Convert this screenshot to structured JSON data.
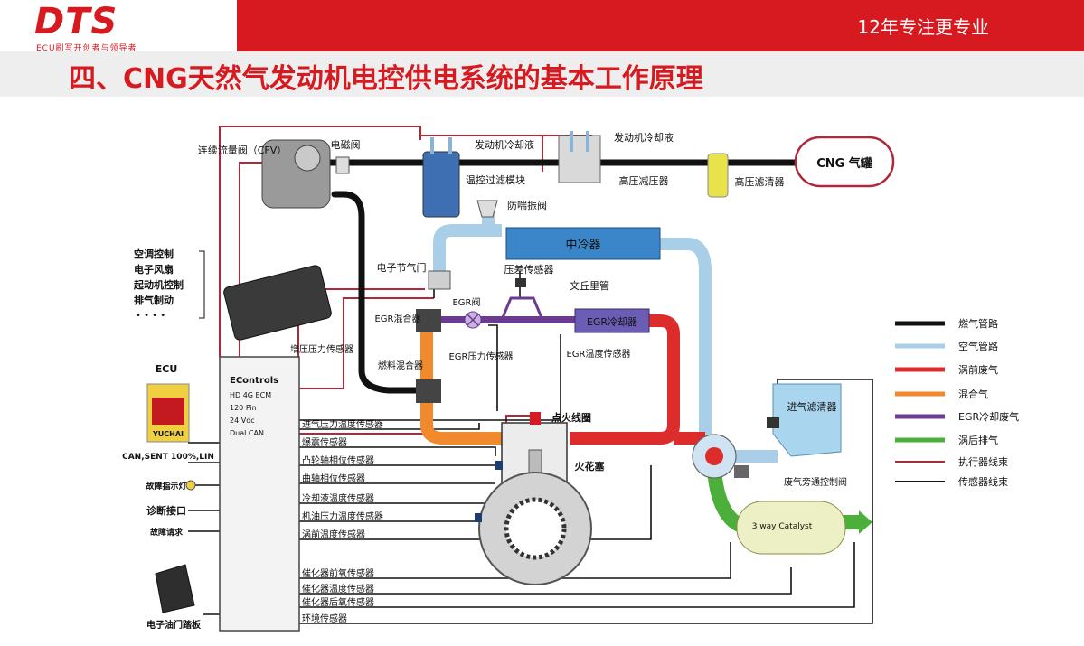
{
  "header": {
    "logo_text": "DTS",
    "logo_subtitle": "ECU刷写开创者与领导者",
    "slogan": "12年专注更专业",
    "title": "四、CNG天然气发动机电控供电系统的基本工作原理"
  },
  "diagram": {
    "components": {
      "cfv": "连续流量阀（CFV）",
      "solenoid_valve": "电磁阀",
      "coolant_1": "发动机冷却液",
      "coolant_2": "发动机冷却液",
      "temp_filter": "温控过滤模块",
      "hp_reducer": "高压减压器",
      "hp_filter": "高压滤清器",
      "cng_tank": "CNG 气罐",
      "anti_surge": "防喘振阀",
      "intercooler": "中冷器",
      "throttle": "电子节气门",
      "dp_sensor": "压差传感器",
      "venturi": "文丘里管",
      "egr_valve": "EGR阀",
      "egr_cooler": "EGR冷却器",
      "egr_mixer": "EGR混合器",
      "egr_pressure_sensor": "EGR压力传感器",
      "egr_temp_sensor": "EGR温度传感器",
      "boost_sensor": "增压压力传感器",
      "fuel_mixer": "燃料混合器",
      "ignition_coil": "点火线圈",
      "spark_plug": "火花塞",
      "air_filter": "进气滤清器",
      "wastegate": "废气旁通控制阀",
      "catalyst": "3 way Catalyst",
      "pedal": "电子油门踏板",
      "ecu_label": "ECU",
      "ecu_badge": "YUCHAI"
    },
    "ecu_specs": [
      "EControls",
      "HD 4G ECM",
      "120  Pin",
      "24 Vdc",
      "Dual CAN"
    ],
    "left_controls": [
      "空调控制",
      "电子风扇",
      "起动机控制",
      "排气制动",
      "• • •  •"
    ],
    "left_io": [
      "CAN,SENT 100%,LIN",
      "故障指示灯",
      "诊断接口",
      "故障请求"
    ],
    "sensor_lines": [
      "进气压力温度传感器",
      "爆震传感器",
      "凸轮轴相位传感器",
      "曲轴相位传感器",
      "冷却液温度传感器",
      "机油压力温度传感器",
      "涡前温度传感器",
      "催化器前氧传感器",
      "催化器温度传感器",
      "催化器后氧传感器",
      "环境传感器"
    ],
    "legend": [
      {
        "label": "燃气管路",
        "color": "#111111"
      },
      {
        "label": "空气管路",
        "color": "#a9cfe8"
      },
      {
        "label": "涡前废气",
        "color": "#dd2c2c"
      },
      {
        "label": "混合气",
        "color": "#f08a2c"
      },
      {
        "label": "EGR冷却废气",
        "color": "#6b3b8f"
      },
      {
        "label": "涡后排气",
        "color": "#4caf3c"
      },
      {
        "label": "执行器线束",
        "color": "#b0283a"
      },
      {
        "label": "传感器线束",
        "color": "#111111"
      }
    ]
  }
}
